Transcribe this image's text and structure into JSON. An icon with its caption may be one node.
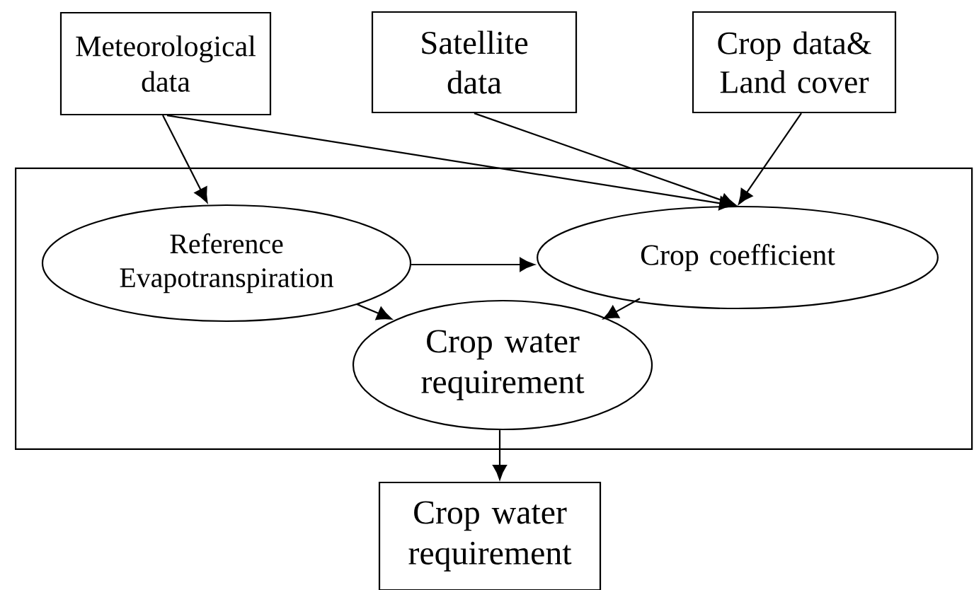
{
  "diagram": {
    "nodes": [
      {
        "text": [
          "Meteorological data"
        ]
      },
      {
        "text": [
          "Satellite data"
        ]
      },
      {
        "text": [
          "Crop data& Land cover"
        ]
      },
      {
        "text": [],
        "shape": "box"
      },
      {
        "text": [
          "Reference Evapotranspiration"
        ],
        "in": 3
      },
      {
        "text": [
          "Crop coefficient"
        ],
        "in": 3
      },
      {
        "text": [
          "Crop water requirement"
        ],
        "in": 3
      },
      {
        "text": [
          "Crop water requirement"
        ]
      }
    ],
    "edges": [
      {
        "from": 0,
        "to": 4,
        "arrow": "to"
      },
      {
        "from": 0,
        "to": 5,
        "arrow": "to"
      },
      {
        "from": 1,
        "to": 5,
        "arrow": "to"
      },
      {
        "from": 2,
        "to": 5,
        "arrow": "to"
      },
      {
        "from": 4,
        "to": 5,
        "arrow": "to"
      },
      {
        "from": 4,
        "to": 6,
        "arrow": "to"
      },
      {
        "from": 5,
        "to": 6,
        "arrow": "to"
      },
      {
        "from": 6,
        "to": 7,
        "arrow": "to"
      }
    ]
  }
}
